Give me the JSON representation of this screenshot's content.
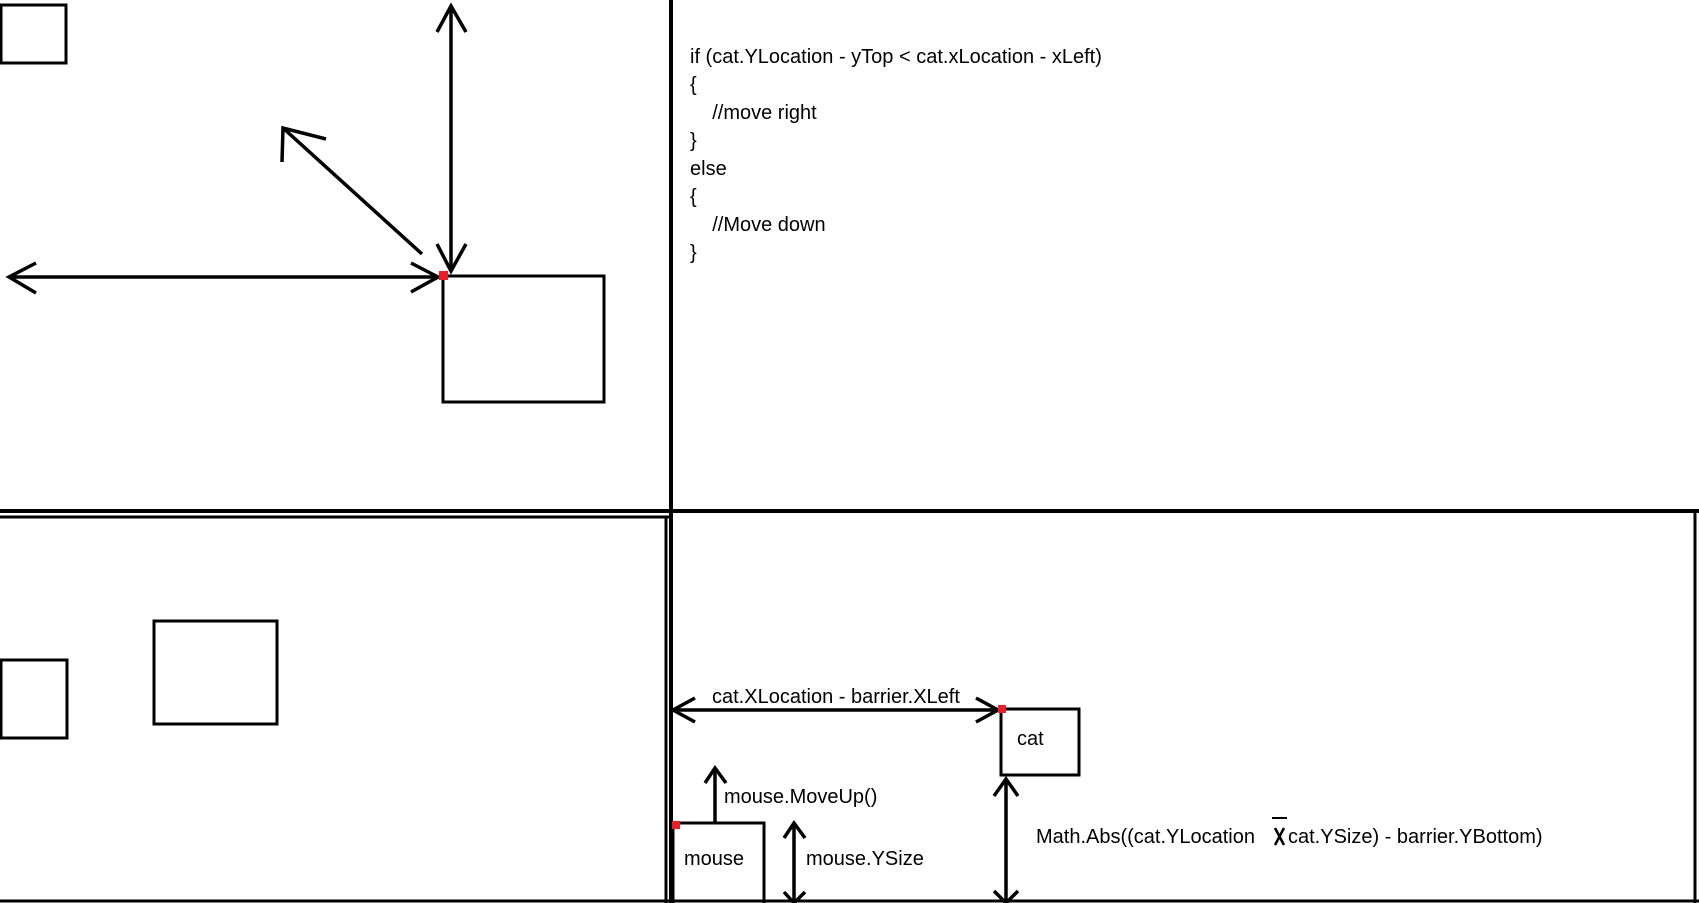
{
  "code_block": {
    "lines": [
      "if (cat.YLocation - yTop < cat.xLocation - xLeft)",
      "{",
      "    //move right",
      "}",
      "else",
      "{",
      "    //Move down",
      "}"
    ]
  },
  "labels": {
    "cat_x_distance": "cat.XLocation - barrier.XLeft",
    "cat": "cat",
    "mouse": "mouse",
    "mouse_move_up": "mouse.MoveUp()",
    "mouse_ysize": "mouse.YSize",
    "math_abs_prefix": "Math.Abs((cat.YLocation ",
    "math_abs_suffix": "cat.YSize) - barrier.YBottom)"
  },
  "colors": {
    "stroke": "#000000",
    "marker": "#e8202a",
    "background": "#ffffff"
  }
}
